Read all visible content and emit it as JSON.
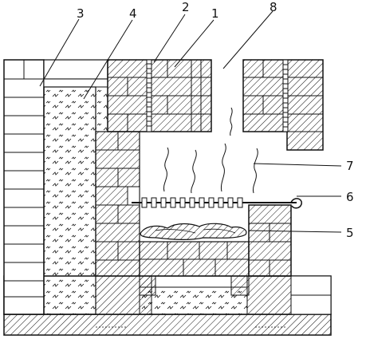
{
  "figure": {
    "line_color": "#111111",
    "fill_color": "#ffffff",
    "callouts": [
      {
        "id": "1",
        "text": "1"
      },
      {
        "id": "2",
        "text": "2"
      },
      {
        "id": "3",
        "text": "3"
      },
      {
        "id": "4",
        "text": "4"
      },
      {
        "id": "5",
        "text": "5"
      },
      {
        "id": "6",
        "text": "6"
      },
      {
        "id": "7",
        "text": "7"
      },
      {
        "id": "8",
        "text": "8"
      }
    ]
  }
}
